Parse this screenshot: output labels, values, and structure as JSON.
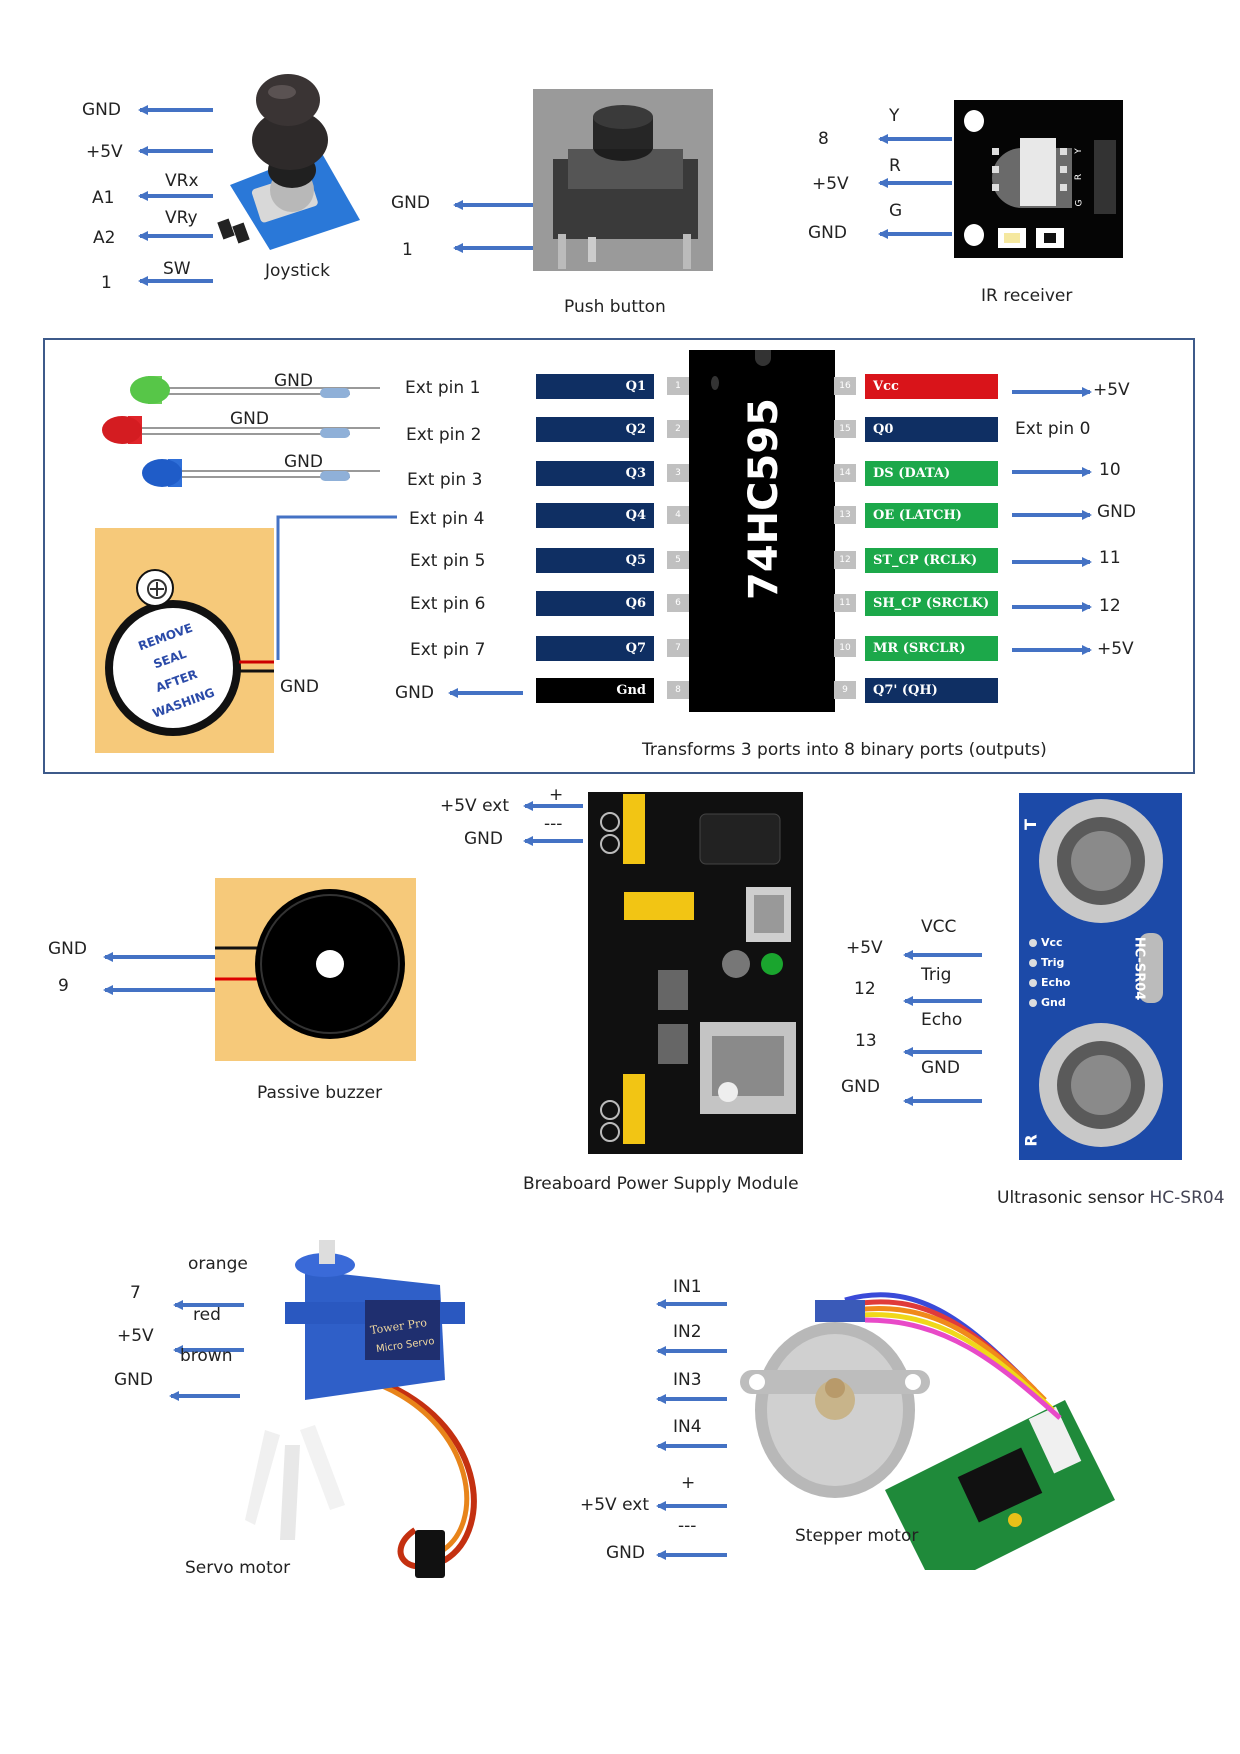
{
  "joystick": {
    "caption": "Joystick",
    "pins": [
      "GND",
      "+5V",
      "A1",
      "A2",
      "1"
    ],
    "wires": [
      "VRx",
      "VRy",
      "SW"
    ]
  },
  "push_button": {
    "caption": "Push button",
    "pins": [
      "GND",
      "1"
    ]
  },
  "ir_receiver": {
    "caption": "IR receiver",
    "pins": [
      "8",
      "+5V",
      "GND"
    ],
    "wires": [
      "Y",
      "R",
      "G"
    ],
    "board_letters": [
      "Y",
      "R",
      "G"
    ]
  },
  "shift_register": {
    "chip_label": "74HC595",
    "caption": "Transforms 3 ports into 8 binary ports (outputs)",
    "led_gnd": [
      "GND",
      "GND",
      "GND"
    ],
    "ext_pins": [
      "Ext pin 1",
      "Ext pin 2",
      "Ext pin 3",
      "Ext pin 4",
      "Ext pin 5",
      "Ext pin 6",
      "Ext pin 7"
    ],
    "left_gnd": "GND",
    "buzzer_gnd": "GND",
    "buzzer_sticker": [
      "REMOVE",
      "SEAL",
      "AFTER",
      "WASHING"
    ],
    "left_pins": [
      {
        "label": "Q1",
        "num": "1"
      },
      {
        "label": "Q2",
        "num": "2"
      },
      {
        "label": "Q3",
        "num": "3"
      },
      {
        "label": "Q4",
        "num": "4"
      },
      {
        "label": "Q5",
        "num": "5"
      },
      {
        "label": "Q6",
        "num": "6"
      },
      {
        "label": "Q7",
        "num": "7"
      },
      {
        "label": "Gnd",
        "num": "8"
      }
    ],
    "right_pins": [
      {
        "label": "Vcc",
        "num": "16",
        "color": "#d9141a"
      },
      {
        "label": "Q0",
        "num": "15",
        "color": "#0f2f63"
      },
      {
        "label": "DS (DATA)",
        "num": "14",
        "color": "#1ca84a"
      },
      {
        "label": "OE (LATCH)",
        "num": "13",
        "color": "#1ca84a"
      },
      {
        "label": "ST_CP (RCLK)",
        "num": "12",
        "color": "#1ca84a"
      },
      {
        "label": "SH_CP (SRCLK)",
        "num": "11",
        "color": "#1ca84a"
      },
      {
        "label": "MR (SRCLR)",
        "num": "10",
        "color": "#1ca84a"
      },
      {
        "label": "Q7' (QH)",
        "num": "9",
        "color": "#0f2f63"
      }
    ],
    "right_targets": [
      "+5V",
      "Ext pin  0",
      "10",
      "GND",
      "11",
      "12",
      "+5V"
    ]
  },
  "power_module": {
    "caption": "Breaboard Power Supply Module",
    "pins": [
      "+5V ext",
      "GND"
    ],
    "wires": [
      "+",
      "---"
    ]
  },
  "passive_buzzer": {
    "caption": "Passive buzzer",
    "pins": [
      "GND",
      "9"
    ]
  },
  "ultrasonic": {
    "caption": "Ultrasonic sensor",
    "model": "HC-SR04",
    "pins": [
      "+5V",
      "12",
      "13",
      "GND"
    ],
    "wires": [
      "VCC",
      "Trig",
      "Echo",
      "GND"
    ],
    "board_pins": [
      "Vcc",
      "Trig",
      "Echo",
      "Gnd"
    ],
    "board_letters": [
      "T",
      "R"
    ]
  },
  "servo": {
    "caption": "Servo motor",
    "pins": [
      "7",
      "+5V",
      "GND"
    ],
    "wires": [
      "orange",
      "red",
      "brown"
    ],
    "brand": "Tower Pro",
    "model_text": "Micro Servo"
  },
  "stepper": {
    "caption": "Stepper motor",
    "inputs": [
      "IN1",
      "IN2",
      "IN3",
      "IN4"
    ],
    "power": [
      "+5V ext",
      "GND"
    ],
    "wires": [
      "+",
      "---"
    ]
  },
  "colors": {
    "arrow": "#4472c4",
    "box_border": "#3d5a8a",
    "chip": "#000000",
    "pin_left": "#0f2f63",
    "buzzer_bg": "#f6c97a"
  }
}
